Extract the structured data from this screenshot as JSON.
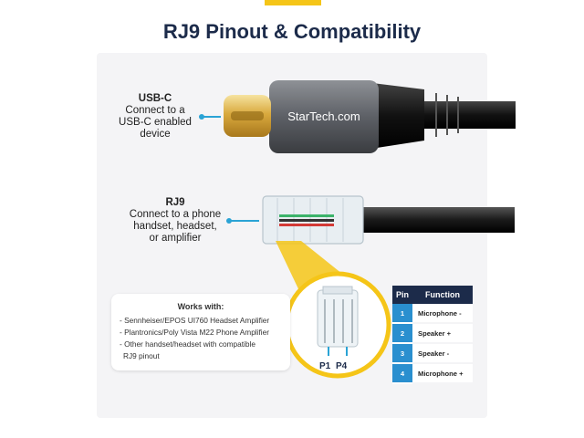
{
  "title": "RJ9 Pinout & Compatibility",
  "usbc": {
    "heading": "USB-C",
    "line1": "Connect to a",
    "line2": "USB-C enabled",
    "line3": "device",
    "brand": "StarTech.com"
  },
  "rj9": {
    "heading": "RJ9",
    "line1": "Connect to a phone",
    "line2": "handset, headset,",
    "line3": "or amplifier"
  },
  "works_with": {
    "title": "Works with:",
    "items": [
      "- Sennheiser/EPOS UI760 Headset Amplifier",
      "- Plantronics/Poly Vista M22 Phone Amplifier",
      "- Other handset/headset with compatible",
      "RJ9 pinout"
    ]
  },
  "pin_labels": {
    "p1": "P1",
    "p4": "P4"
  },
  "pin_table": {
    "headers": [
      "Pin",
      "Function"
    ],
    "rows": [
      {
        "pin": "1",
        "function": "Microphone -"
      },
      {
        "pin": "2",
        "function": "Speaker +"
      },
      {
        "pin": "3",
        "function": "Speaker -"
      },
      {
        "pin": "4",
        "function": "Microphone +"
      }
    ]
  },
  "colors": {
    "accent": "#2aa3d5",
    "navy": "#1c2b4a",
    "yellow": "#f5c518",
    "pin_blue": "#2a8fcf"
  }
}
